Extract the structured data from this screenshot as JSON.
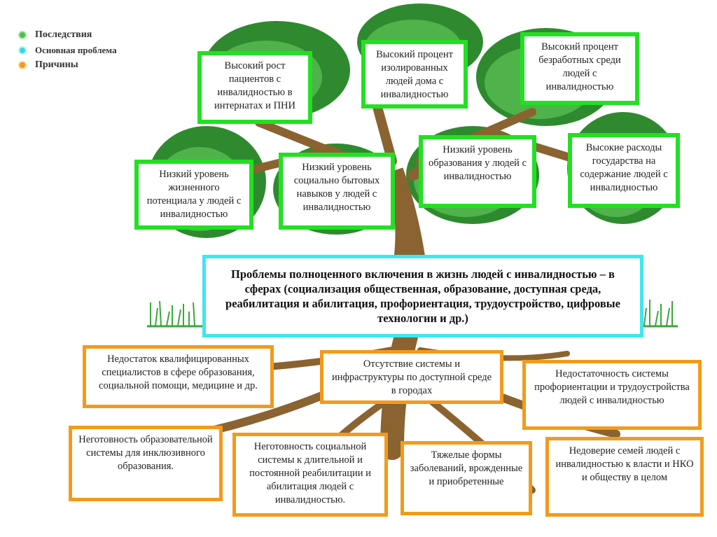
{
  "legend": {
    "items": [
      {
        "label": "Последствия",
        "color": "#3ec23e"
      },
      {
        "label": "Основная проблема",
        "color": "#33d8e8"
      },
      {
        "label": "Причины",
        "color": "#f39a1b"
      }
    ]
  },
  "consequences": [
    "Высокий рост пациентов с инвалидностью в интернатах и ПНИ",
    "Высокий процент изолированных людей дома с инвалидностью",
    "Высокий процент безработных среди людей с инвалидностью",
    "Низкий уровень жизненного потенциала у людей с инвалидностью",
    "Низкий уровень социально бытовых навыков у людей с инвалидностью",
    "Низкий уровень образования у людей с инвалидностью",
    "Высокие расходы государства на содержание людей с инвалидностью"
  ],
  "core_problem": "Проблемы полноценного включения в жизнь людей с инвалидностью – в сферах (социализация общественная, образование, доступная среда, реабилитация и абилитация, профориентация, трудоустройство, цифровые технологии и др.)",
  "causes": [
    "Недостаток квалифицированных специалистов в сфере образования, социальной помощи, медицине и др.",
    "Отсутствие системы и инфраструктуры по доступной среде в городах",
    "Недостаточность системы профориентации и трудоустройства людей с инвалидностью",
    "Неготовность образовательной системы для инклюзивного образования.",
    "Неготовность социальной системы к длительной и постоянной реабилитации и абилитация людей с инвалидностью.",
    "Тяжелые формы заболеваний, врожденные и приобретенные",
    "Недоверие семей людей с инвалидностью к власти и НКО и обществу в целом"
  ]
}
